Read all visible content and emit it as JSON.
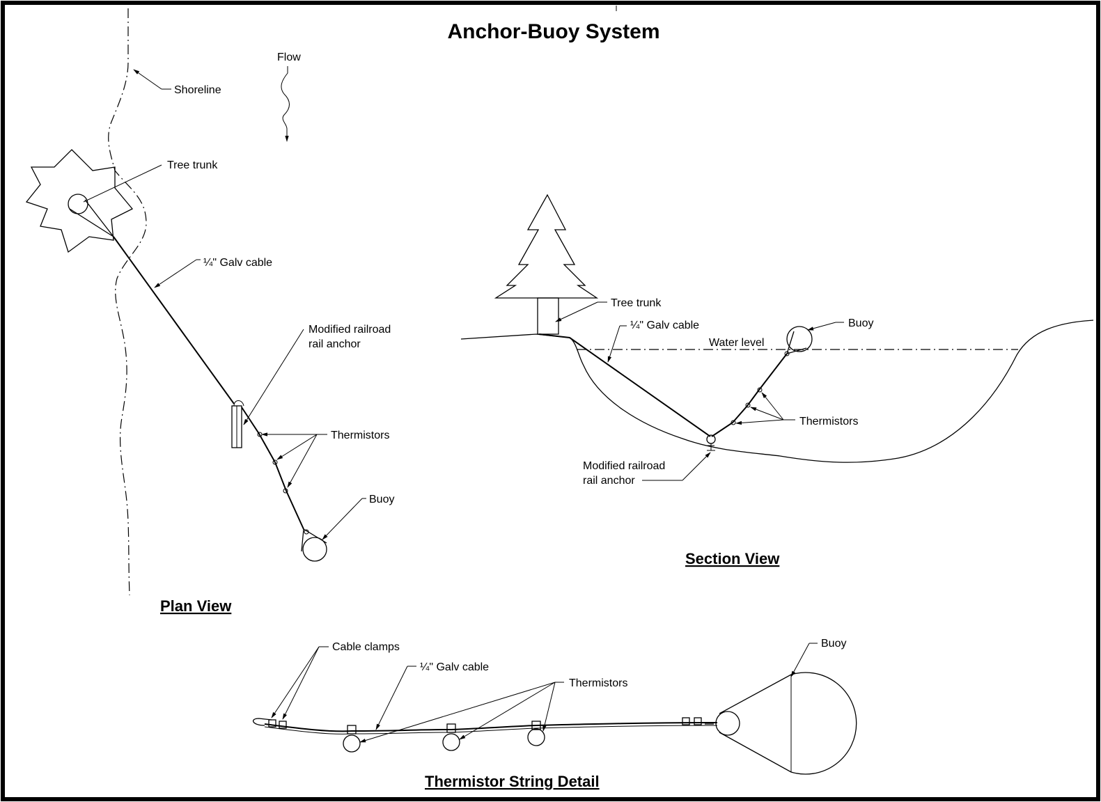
{
  "title": "Anchor-Buoy System",
  "views": {
    "plan": "Plan View",
    "section": "Section View",
    "detail": "Thermistor String Detail"
  },
  "plan": {
    "flow": "Flow",
    "shoreline": "Shoreline",
    "tree_trunk": "Tree trunk",
    "cable": "¼\" Galv cable",
    "anchor_line1": "Modified railroad",
    "anchor_line2": "rail anchor",
    "thermistors": "Thermistors",
    "buoy": "Buoy"
  },
  "section": {
    "tree_trunk": "Tree trunk",
    "cable": "¼\" Galv cable",
    "water_level": "Water level",
    "buoy": "Buoy",
    "thermistors": "Thermistors",
    "anchor_line1": "Modified railroad",
    "anchor_line2": "rail anchor"
  },
  "detail": {
    "cable_clamps": "Cable clamps",
    "cable": "¼\" Galv cable",
    "thermistors": "Thermistors",
    "buoy": "Buoy"
  }
}
